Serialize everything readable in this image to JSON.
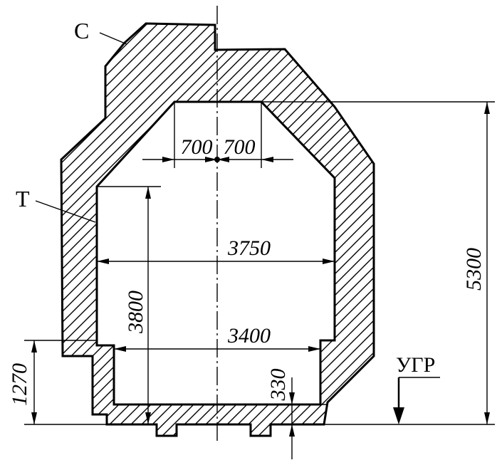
{
  "labels": {
    "outer_lining": "С",
    "inner_lining": "Т",
    "water_level": "УГР"
  },
  "dimensions": {
    "half_top_left": "700",
    "half_top_right": "700",
    "width_upper": "3750",
    "width_lower": "3400",
    "height_inner": "3800",
    "height_total": "5300",
    "height_base": "1270",
    "floor_thickness": "330"
  },
  "colors": {
    "stroke": "#000000",
    "background": "#ffffff"
  }
}
